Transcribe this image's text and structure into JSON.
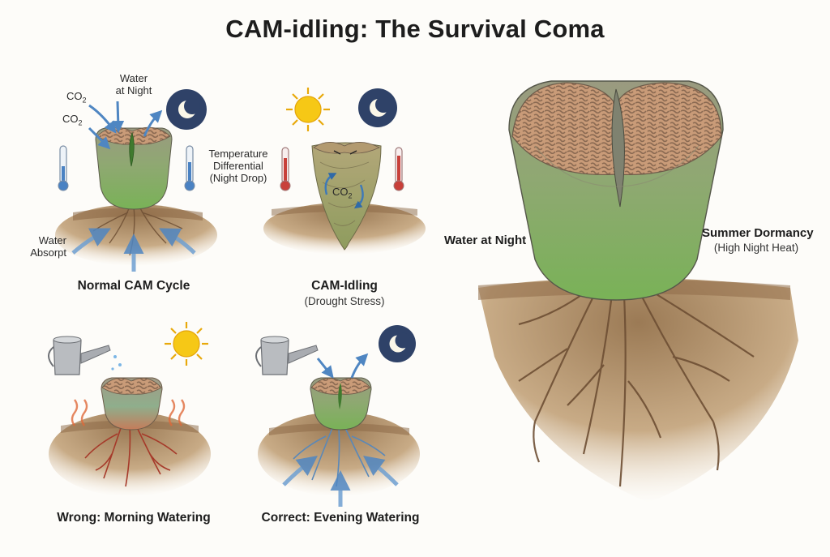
{
  "title": "CAM-idling: The Survival Coma",
  "panels": {
    "normal": {
      "caption": "Normal CAM Cycle",
      "label_water_night_1": "Water",
      "label_water_night_2": "at Night",
      "label_co2_a": "CO",
      "label_co2_b": "CO",
      "label_co2_sub": "2",
      "label_water_absorpt_1": "Water",
      "label_water_absorpt_2": "Absorpt"
    },
    "idling": {
      "caption": "CAM-Idling",
      "subcaption": "(Drought Stress)",
      "label_temp_1": "Temperature",
      "label_temp_2": "Differential",
      "label_temp_3": "(Night Drop)",
      "label_co2": "CO",
      "label_co2_sub": "2"
    },
    "wrong": {
      "caption": "Wrong: Morning Watering"
    },
    "correct": {
      "caption": "Correct: Evening Watering"
    },
    "dormancy": {
      "label_water_night": "Water at Night",
      "label_summer": "Summer Dormancy",
      "label_heat": "(High Night Heat)"
    }
  },
  "colors": {
    "leaf_top": "#8f9278",
    "leaf_green": "#7fae5a",
    "window": "#c88a63",
    "soil": "#a07e5a",
    "water_arrow": "#5a8fc6",
    "sun": "#f2c012",
    "moon_bg": "#2f4268",
    "root_red": "#a63a2a",
    "heat": "#e06a3a"
  },
  "icons": [
    "sun-icon",
    "moon-icon",
    "thermometer-icon",
    "watering-can-icon",
    "co2-arrow-icon",
    "heat-wave-icon"
  ]
}
